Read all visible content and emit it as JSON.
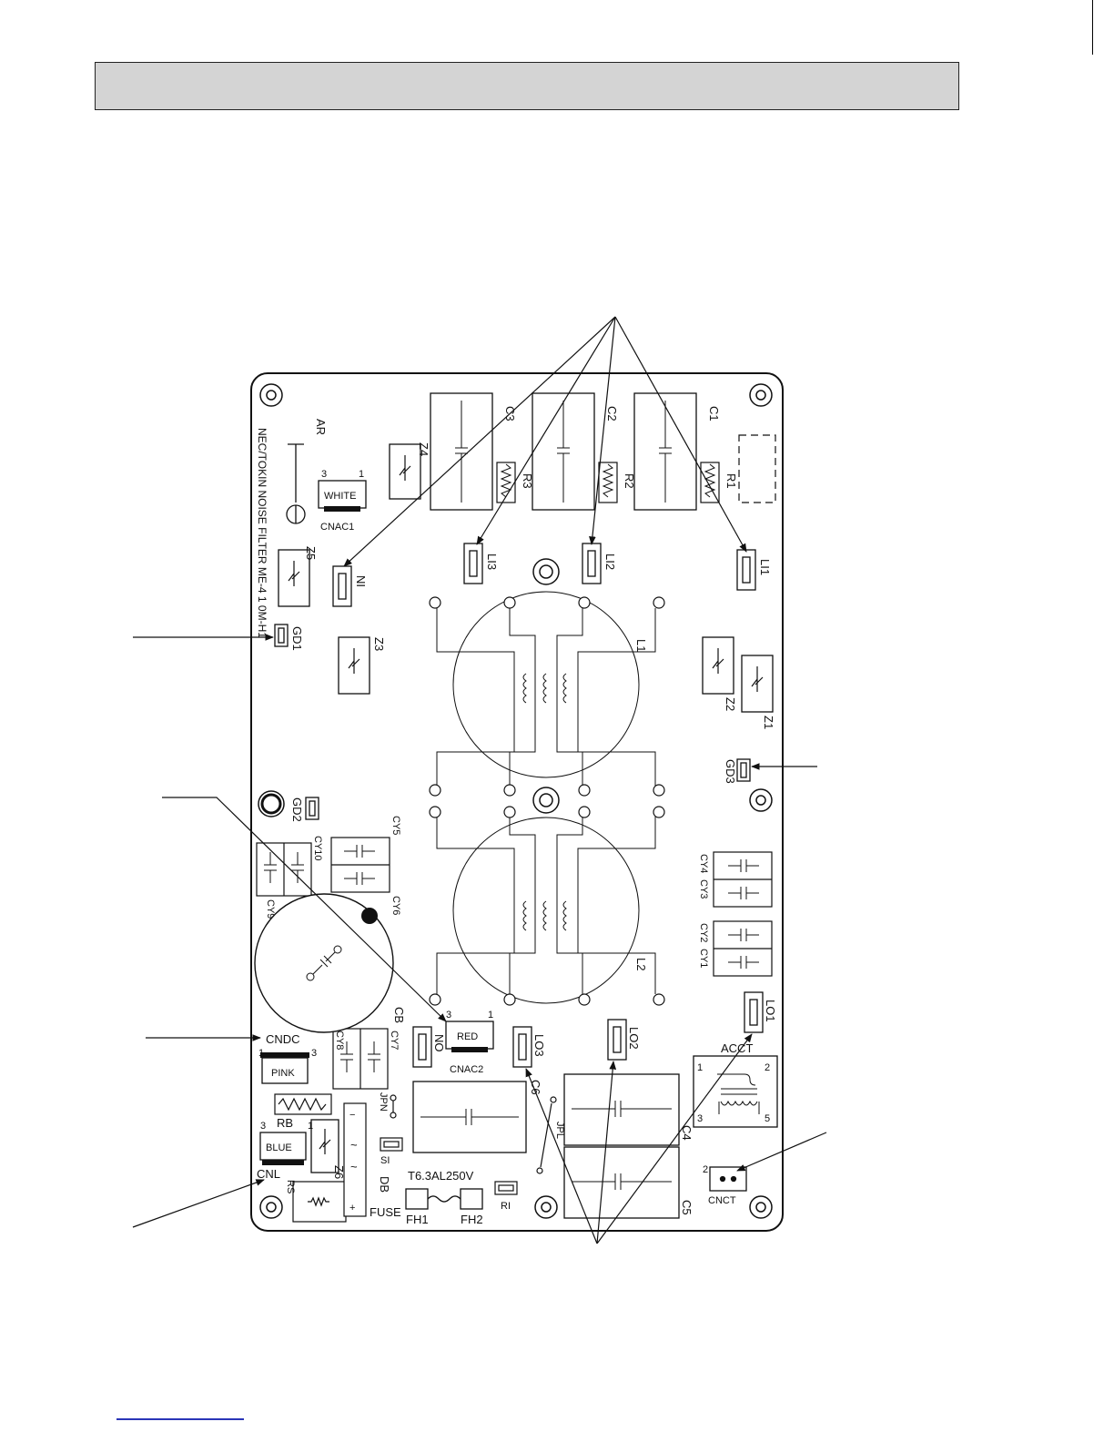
{
  "board": {
    "vertical_title": "NEC/TOKIN NOISE FILTER ME-4 1 0M-H1",
    "fuse_rating": "T6.3AL250V"
  },
  "connectors": {
    "cnac1": {
      "name": "CNAC1",
      "color": "WHITE",
      "pin_left": "3",
      "pin_right": "1"
    },
    "cnac2": {
      "name": "CNAC2",
      "color": "RED",
      "pin_left": "3",
      "pin_right": "1"
    },
    "cndc": {
      "name": "CNDC",
      "color": "PINK",
      "pin_left": "1",
      "pin_right": "3"
    },
    "cnl": {
      "name": "CNL",
      "color": "BLUE",
      "pin_left": "3",
      "pin_right": "1"
    },
    "cnct": {
      "name": "CNCT",
      "pin": "2"
    }
  },
  "labels": {
    "ar": "AR",
    "c1": "C1",
    "c2": "C2",
    "c3": "C3",
    "c4": "C4",
    "c5": "C5",
    "c6": "C6",
    "r1": "R1",
    "r2": "R2",
    "r3": "R3",
    "z1": "Z1",
    "z2": "Z2",
    "z3": "Z3",
    "z4": "Z4",
    "z5": "Z5",
    "z6": "Z6",
    "li1": "LI1",
    "li2": "LI2",
    "li3": "LI3",
    "ni": "NI",
    "no": "NO",
    "lo1": "LO1",
    "lo2": "LO2",
    "lo3": "LO3",
    "l1": "L1",
    "l2": "L2",
    "gd1": "GD1",
    "gd2": "GD2",
    "gd3": "GD3",
    "cy1": "CY1",
    "cy2": "CY2",
    "cy3": "CY3",
    "cy4": "CY4",
    "cy5": "CY5",
    "cy6": "CY6",
    "cy7": "CY7",
    "cy8": "CY8",
    "cy9": "CY9",
    "cy10": "CY10",
    "cb": "CB",
    "rb": "RB",
    "rs": "RS",
    "jpn": "JPN",
    "jpl": "JPL",
    "si": "SI",
    "ri": "RI",
    "db": "DB",
    "fuse": "FUSE",
    "fh1": "FH1",
    "fh2": "FH2",
    "acct": "ACCT",
    "acct_p1": "1",
    "acct_p2": "2",
    "acct_p3": "3",
    "acct_p5": "5"
  }
}
